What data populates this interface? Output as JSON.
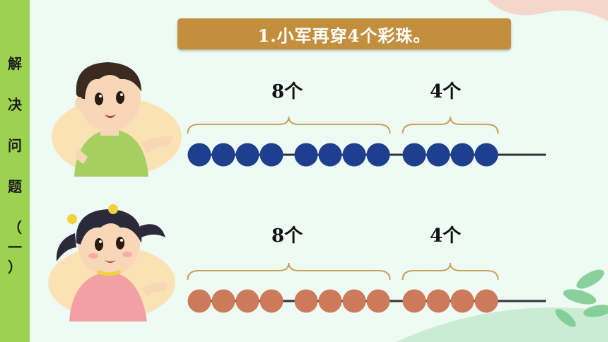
{
  "sidebar": {
    "chars": [
      "解",
      "决",
      "问",
      "题",
      "（",
      "一",
      "）"
    ]
  },
  "title": "1.小军再穿4个彩珠。",
  "rows": [
    {
      "group_labels": [
        "8个",
        "4个"
      ],
      "bead_color": "#1e3f8e",
      "groups": [
        4,
        4,
        4
      ]
    },
    {
      "group_labels": [
        "8个",
        "4个"
      ],
      "bead_color": "#cd7a5a",
      "groups": [
        4,
        4,
        4
      ]
    }
  ],
  "colors": {
    "sidebar": "#9bd24f",
    "title_bar": "#c28f3e",
    "background": "#eefaf4",
    "brace": "#c9a15b"
  }
}
